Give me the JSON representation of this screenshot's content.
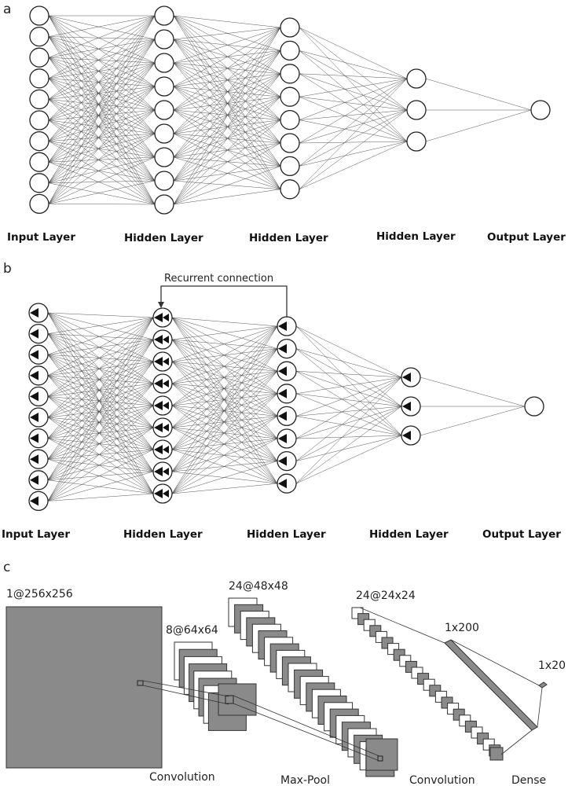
{
  "panels": {
    "a": {
      "letter": "a",
      "layers": [
        {
          "label": "Input Layer",
          "nodes": 10
        },
        {
          "label": "Hidden Layer",
          "nodes": 9
        },
        {
          "label": "Hidden Layer",
          "nodes": 8
        },
        {
          "label": "Hidden Layer",
          "nodes": 3
        },
        {
          "label": "Output Layer",
          "nodes": 1
        }
      ]
    },
    "b": {
      "letter": "b",
      "recurrent_label": "Recurrent connection",
      "layers": [
        {
          "label": "Input Layer",
          "nodes": 10
        },
        {
          "label": "Hidden Layer",
          "nodes": 9
        },
        {
          "label": "Hidden Layer",
          "nodes": 8
        },
        {
          "label": "Hidden Layer",
          "nodes": 3
        },
        {
          "label": "Output Layer",
          "nodes": 1
        }
      ]
    },
    "c": {
      "letter": "c",
      "blocks": [
        {
          "dims": "1@256x256"
        },
        {
          "dims": "8@64x64"
        },
        {
          "dims": "24@48x48"
        },
        {
          "dims": "24@24x24"
        },
        {
          "dims": "1x200"
        },
        {
          "dims": "1x20"
        }
      ],
      "operations": [
        "Convolution",
        "Max-Pool",
        "Convolution",
        "Dense"
      ]
    }
  }
}
